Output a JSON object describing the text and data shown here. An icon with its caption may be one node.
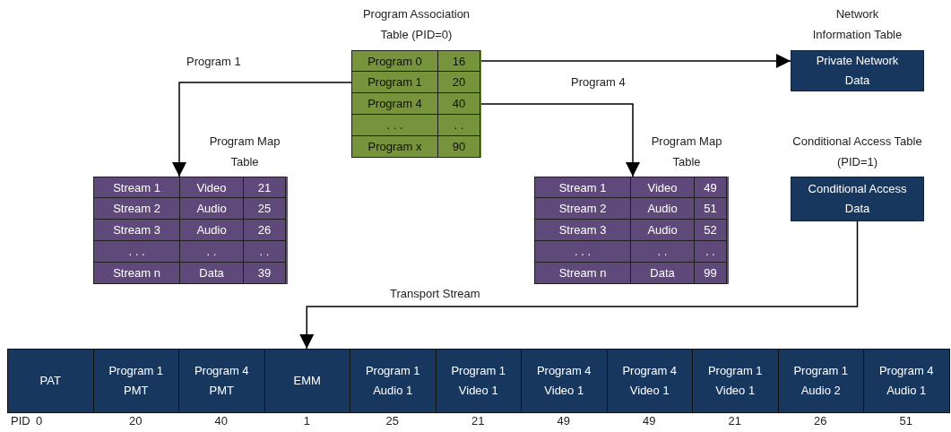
{
  "diagram": {
    "nodes": [
      {
        "text": [
          "Program Association Table (PID=0)"
        ]
      },
      {
        "text": [
          "Program 0",
          "16"
        ],
        "in": 0
      },
      {
        "text": [
          "Program 1",
          "20"
        ],
        "in": 0
      },
      {
        "text": [
          "Program 4",
          "40"
        ],
        "in": 0
      },
      {
        "text": [
          ". . .",
          ". ."
        ],
        "in": 0
      },
      {
        "text": [
          "Program x",
          "90"
        ],
        "in": 0
      },
      {
        "text": [
          "Network Information Table",
          "Private Network Data"
        ]
      },
      {
        "text": [
          "Program Map Table"
        ]
      },
      {
        "text": [
          "Stream 1",
          "Video",
          "21"
        ],
        "in": 7
      },
      {
        "text": [
          "Stream 2",
          "Audio",
          "25"
        ],
        "in": 7
      },
      {
        "text": [
          "Stream 3",
          "Audio",
          "26"
        ],
        "in": 7
      },
      {
        "text": [
          ". . .",
          ". .",
          ". ."
        ],
        "in": 7
      },
      {
        "text": [
          "Stream n",
          "Data",
          "39"
        ],
        "in": 7
      },
      {
        "text": [
          "Program Map Table"
        ]
      },
      {
        "text": [
          "Stream 1",
          "Video",
          "49"
        ],
        "in": 13
      },
      {
        "text": [
          "Stream 2",
          "Audio",
          "51"
        ],
        "in": 13
      },
      {
        "text": [
          "Stream 3",
          "Audio",
          "52"
        ],
        "in": 13
      },
      {
        "text": [
          ". . .",
          ". .",
          ". ."
        ],
        "in": 13
      },
      {
        "text": [
          "Stream n",
          "Data",
          "99"
        ],
        "in": 13
      },
      {
        "text": [
          "Conditional Access Table (PID=1)",
          "Conditional Access Data"
        ]
      },
      {
        "text": [
          "PAT"
        ],
        "beside": [
          "0"
        ]
      },
      {
        "text": [
          "Program 1 PMT"
        ],
        "beside": [
          "20"
        ]
      },
      {
        "text": [
          "Program 4 PMT"
        ],
        "beside": [
          "40"
        ]
      },
      {
        "text": [
          "EMM"
        ],
        "beside": [
          "1"
        ]
      },
      {
        "text": [
          "Program 1 Audio 1"
        ],
        "beside": [
          "25"
        ]
      },
      {
        "text": [
          "Program 1 Video 1"
        ],
        "beside": [
          "21"
        ]
      },
      {
        "text": [
          "Program 4 Video 1"
        ],
        "beside": [
          "49"
        ]
      },
      {
        "text": [
          "Program 4 Video 1"
        ],
        "beside": [
          "49"
        ]
      },
      {
        "text": [
          "Program 1 Video 1"
        ],
        "beside": [
          "21"
        ]
      },
      {
        "text": [
          "Program 1 Audio 2"
        ],
        "beside": [
          "26"
        ]
      },
      {
        "text": [
          "Program 4 Audio 1"
        ],
        "beside": [
          "51"
        ]
      }
    ],
    "edges": [
      {
        "from": 1,
        "to": 6,
        "arrow": "to"
      },
      {
        "from": 2,
        "to": 8,
        "arrow": "to",
        "label": "Program 1"
      },
      {
        "from": 3,
        "to": 14,
        "arrow": "to",
        "label": "Program 4"
      },
      {
        "from": 19,
        "to": 23,
        "arrow": "to",
        "label": "Transport Stream"
      }
    ],
    "labels": [
      "PID"
    ]
  }
}
